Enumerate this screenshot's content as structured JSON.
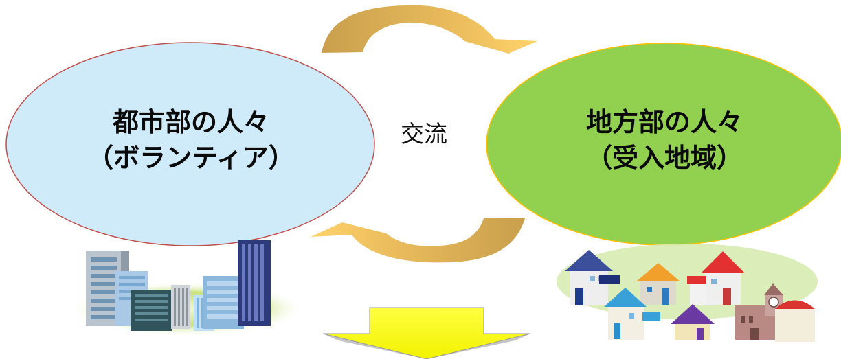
{
  "urban": {
    "name": "都市部の人々",
    "role": "（ボランティア）",
    "fill": "#cfeaf9",
    "stroke": "#c0504d"
  },
  "rural": {
    "name": "地方部の人々",
    "role": "（受入地域）",
    "fill": "#92d050",
    "stroke": "#ffc000"
  },
  "exchange_label": "交流",
  "arrow_color": "#d8a645",
  "down_arrow_color": "#ffff00",
  "icons": [
    "office-buildings-icon",
    "village-houses-icon"
  ]
}
